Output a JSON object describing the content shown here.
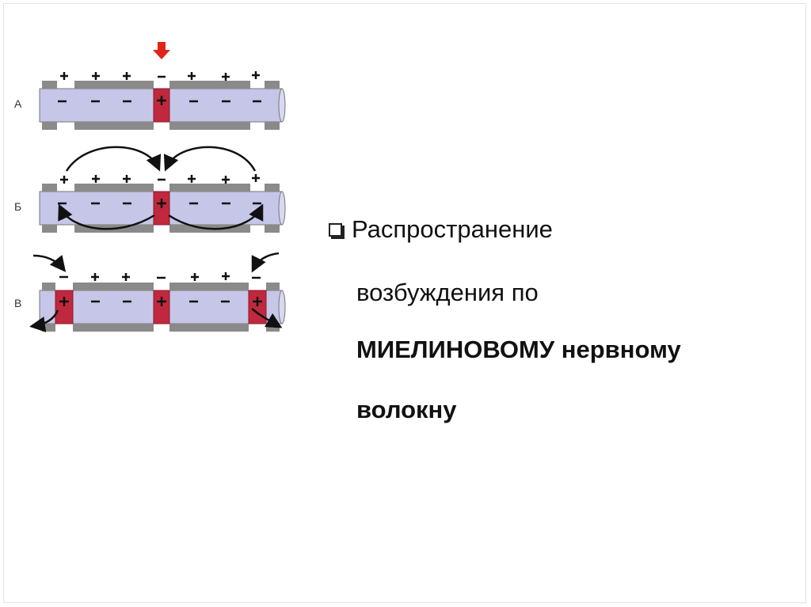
{
  "panels": [
    {
      "label": "А"
    },
    {
      "label": "Б"
    },
    {
      "label": "В"
    }
  ],
  "text": {
    "line1": "Распространение",
    "line2": "возбуждения по",
    "line3": "МИЕЛИНОВОМУ нервному",
    "line4": "волокну"
  },
  "colors": {
    "axon": "#c6c6e8",
    "myelin": "#8a8a8a",
    "node_active": "#c0283e",
    "arrow_marker": "#e2231a"
  },
  "icons": {
    "stimulus": "red-down-arrow-icon",
    "bullet": "square-bullet-icon"
  }
}
